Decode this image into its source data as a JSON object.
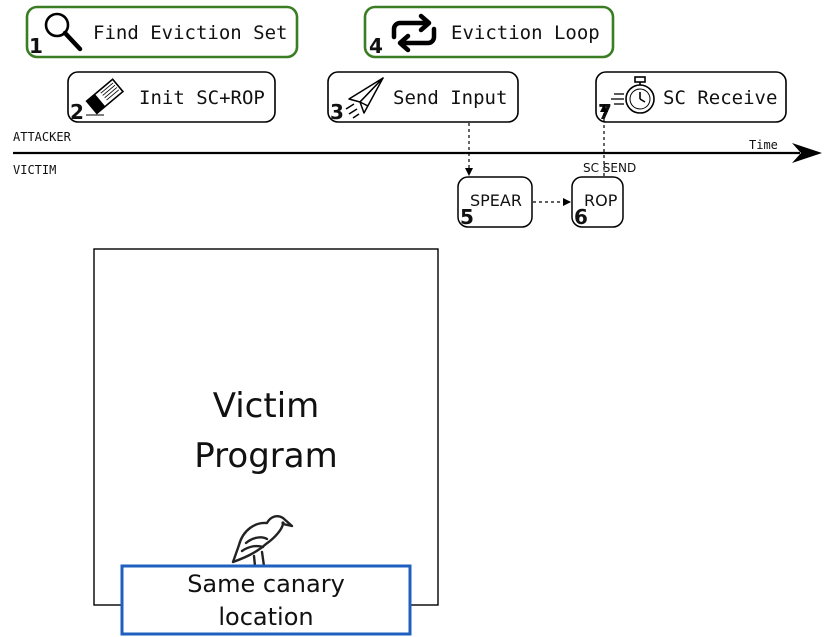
{
  "steps": {
    "find_eviction_set": {
      "number": "1",
      "label": "Find Eviction Set"
    },
    "init_sc_rop": {
      "number": "2",
      "label": "Init SC+ROP"
    },
    "send_input": {
      "number": "3",
      "label": "Send Input"
    },
    "eviction_loop": {
      "number": "4",
      "label": "Eviction Loop"
    },
    "spear": {
      "number": "5",
      "label": "SPEAR"
    },
    "rop": {
      "number": "6",
      "label": "ROP"
    },
    "sc_receive": {
      "number": "7",
      "label": "SC Receive"
    }
  },
  "timeline": {
    "attacker_label": "ATTACKER",
    "victim_label": "VICTIM",
    "time_label": "Time",
    "sc_send_label": "SC SEND"
  },
  "victim_program": {
    "line1": "Victim",
    "line2": "Program"
  },
  "canary_box": {
    "line1": "Same canary",
    "line2": "location"
  },
  "icons": {
    "step1": "magnifier-icon",
    "step2": "eraser-icon",
    "step3": "paper-plane-icon",
    "step4": "loop-arrows-icon",
    "step7": "stopwatch-icon",
    "bird": "canary-bird-icon"
  },
  "colors": {
    "green_border": "#3b7d23",
    "blue_border": "#1f5fbf",
    "line": "#000000"
  }
}
